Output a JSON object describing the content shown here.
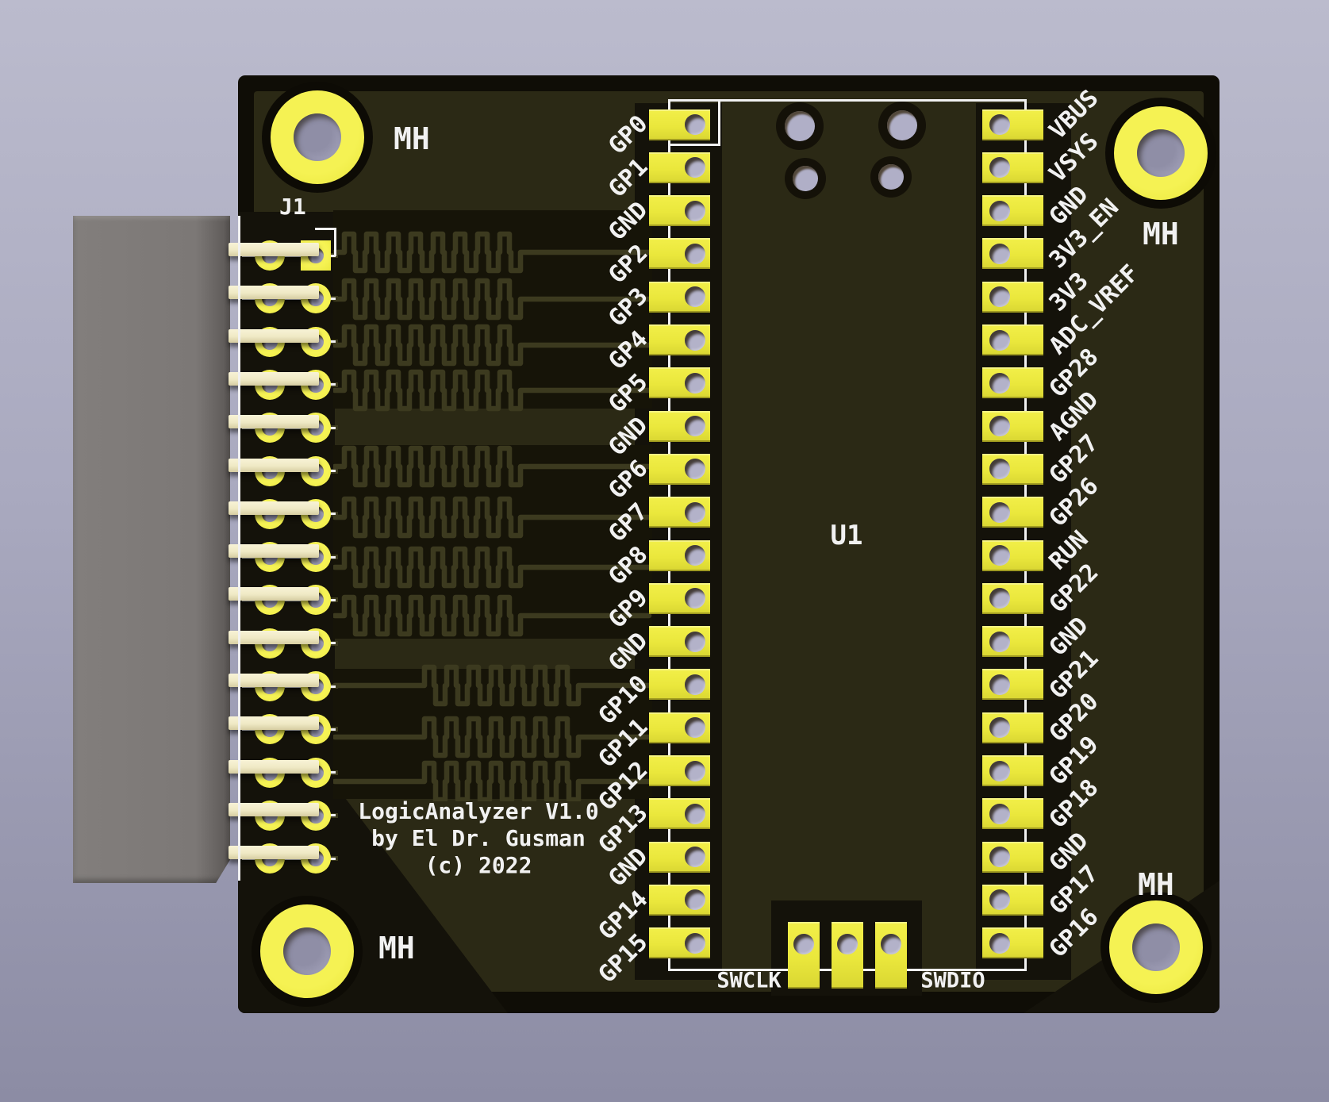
{
  "title_block": {
    "line1": "LogicAnalyzer V1.0",
    "line2": "by El Dr. Gusman",
    "line3": "(c) 2022"
  },
  "references": {
    "connector": "J1",
    "module": "U1",
    "mounting_hole": "MH"
  },
  "swd": {
    "swclk": "SWCLK",
    "swdio": "SWDIO",
    "pad_count": 3
  },
  "pico_pins": {
    "left": [
      "GP0",
      "GP1",
      "GND",
      "GP2",
      "GP3",
      "GP4",
      "GP5",
      "GND",
      "GP6",
      "GP7",
      "GP8",
      "GP9",
      "GND",
      "GP10",
      "GP11",
      "GP12",
      "GP13",
      "GND",
      "GP14",
      "GP15"
    ],
    "right": [
      "VBUS",
      "VSYS",
      "GND",
      "3V3_EN",
      "3V3",
      "ADC_VREF",
      "GP28",
      "AGND",
      "GP27",
      "GP26",
      "RUN",
      "GP22",
      "GND",
      "GP21",
      "GP20",
      "GP19",
      "GP18",
      "GND",
      "GP17",
      "GP16"
    ]
  },
  "j1": {
    "pin_rows": 15,
    "pins_per_row": 2
  },
  "mounting_holes": {
    "count": 4,
    "label": "MH"
  },
  "colors": {
    "background_top": "#bbbbcd",
    "background_bottom": "#8c8ca4",
    "soldermask_green": "#2b2915",
    "bare_board_black": "#14120a",
    "copper_trace": "#3c3a1f",
    "pad_yellow": "#ece93f",
    "silkscreen_white": "#f1f1f1",
    "hole_gray": "#a5a4bc",
    "connector_body_gray": "#7c7876",
    "pin_metal_cream": "#f0e9c5"
  }
}
